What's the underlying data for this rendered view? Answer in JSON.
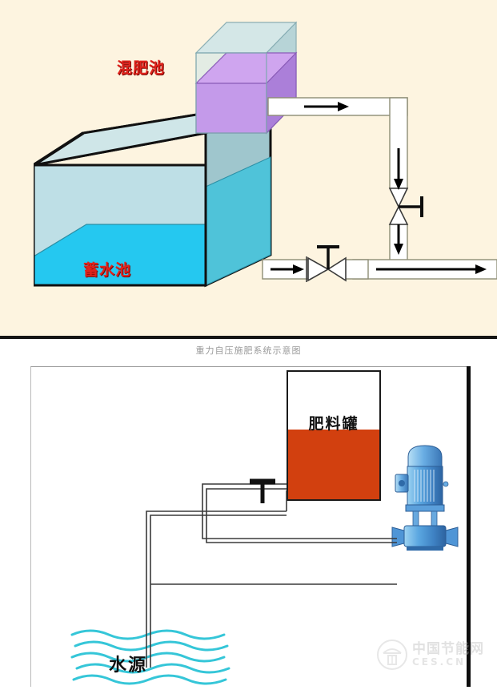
{
  "page": {
    "background": "#ffffff"
  },
  "top_diagram": {
    "background": "#fdf4e0",
    "mixing_tank_label": "混肥池",
    "cistern_label": "蓄水池",
    "mixing_tank_liquid_color": "#bf8ce8",
    "cistern_liquid_color": "#25c8f0",
    "cistern_body_color": "#b6dde3",
    "label_color": "#e0231c",
    "pipe_fill": "#ffffff",
    "pipe_stroke": "#8d8d75",
    "arrow_color": "#000000",
    "valves": [
      {
        "name": "gate-valve-vertical",
        "orientation": "vertical",
        "handle": "right"
      },
      {
        "name": "gate-valve-horizontal",
        "orientation": "horizontal",
        "handle": "top"
      }
    ],
    "flow_arrows": [
      "right",
      "down",
      "down",
      "right",
      "right"
    ]
  },
  "caption": {
    "text": "重力自压施肥系统示意图",
    "color": "#9a9a9a"
  },
  "bottom_diagram": {
    "background": "#ffffff",
    "fertilizer_tank_label": "肥料罐",
    "fertilizer_liquid_color": "#d2400f",
    "water_source_label": "水源",
    "water_wave_color": "#35c6d8",
    "pump_color": "#3b8fd4",
    "pipe_stroke": "#3a3a3a",
    "valve_name": "tee-valve",
    "frame_border_color": "#b9b9b9",
    "right_bar_color": "#0d0d0d"
  },
  "watermark": {
    "cn_text": "中国节能网",
    "en_text": "CES.CN",
    "icon": "gate-logo-icon",
    "color": "#bdbdbd"
  }
}
